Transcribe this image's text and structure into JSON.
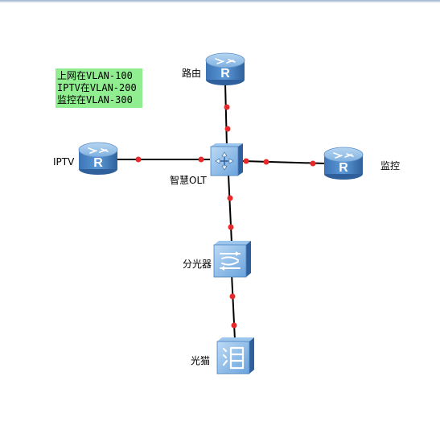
{
  "note": {
    "lines": [
      "上网在VLAN-100",
      "IPTV在VLAN-200",
      "监控在VLAN-300"
    ],
    "background": "#90ee90"
  },
  "devices": {
    "router_top": {
      "label": "路由",
      "icon": "router-icon"
    },
    "router_left": {
      "label": "IPTV",
      "icon": "router-icon"
    },
    "router_right": {
      "label": "监控",
      "icon": "router-icon"
    },
    "olt": {
      "label": "智慧OLT",
      "icon": "switch-icon"
    },
    "splitter": {
      "label": "分光器",
      "icon": "splitter-icon"
    },
    "onu": {
      "label": "光猫",
      "icon": "onu-icon"
    }
  },
  "links": [
    [
      "router_top",
      "olt"
    ],
    [
      "router_left",
      "olt"
    ],
    [
      "olt",
      "router_right"
    ],
    [
      "olt",
      "splitter"
    ],
    [
      "splitter",
      "onu"
    ]
  ],
  "colors": {
    "device": "#4a86c8",
    "device_light": "#8fbbe6",
    "device_dark": "#2d5f99",
    "link": "#000000",
    "port": "#e8282b"
  }
}
